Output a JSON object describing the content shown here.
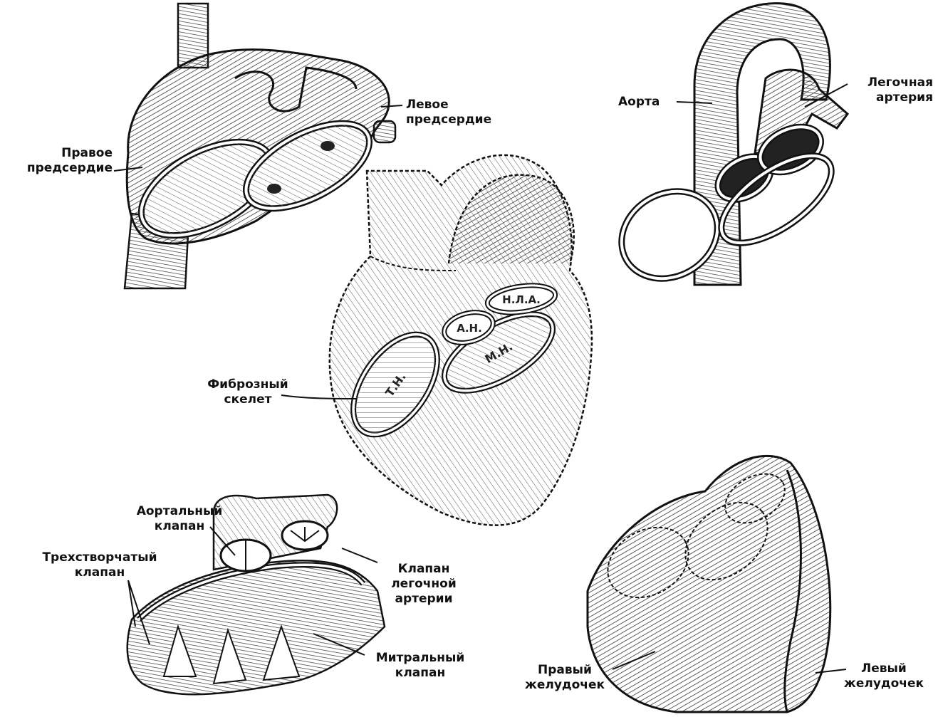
{
  "figure": {
    "labels": {
      "right_atrium": [
        "Правое",
        "предсердие"
      ],
      "left_atrium": [
        "Левое",
        "предсердие"
      ],
      "aorta": "Аорта",
      "pulmonary_artery": [
        "Легочная",
        "артерия"
      ],
      "fibrous_skeleton": [
        "Фиброзный",
        "скелет"
      ],
      "aortic_valve": [
        "Аортальный",
        "клапан"
      ],
      "tricuspid_valve": [
        "Трехстворчатый",
        "клапан"
      ],
      "pulmonary_valve": [
        "Клапан",
        "легочной",
        "артерии"
      ],
      "mitral_valve": [
        "Митральный",
        "клапан"
      ],
      "right_ventricle": [
        "Правый",
        "желудочек"
      ],
      "left_ventricle": [
        "Левый",
        "желудочек"
      ]
    },
    "valve_rings": {
      "pulmonary": "Н.Л.А.",
      "aortic": "А.Н.",
      "tricuspid": "Т.Н.",
      "mitral": "М.Н."
    },
    "colors": {
      "ink": "#111111",
      "paper": "#ffffff",
      "shade": "#555555"
    }
  }
}
